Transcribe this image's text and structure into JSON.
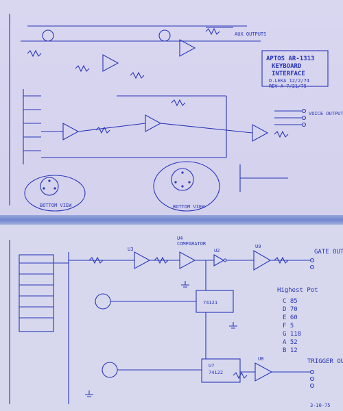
{
  "title_block": {
    "line1": "APTOS AR-1313",
    "line2": "KEYBOARD",
    "line3": "INTERFACE",
    "line4": "D.LEKA 12/2/74",
    "line5": "REV A 7/21/75"
  },
  "labels": {
    "aux_outputs": "AUX OUTPUTS",
    "voice_outputs": "VOICE OUTPUTS",
    "bottom_view_left": "BOTTOM VIEW",
    "bottom_view_right": "BOTTOM VIEW",
    "gate_outputs": "GATE OUTPUTS",
    "trigger_outputs": "TRIGGER OUTPUTS",
    "comparator": "COMPARATOR",
    "u4": "U4",
    "u6_part": "74121",
    "u7_part": "74122",
    "u7": "U7",
    "u8": "U8",
    "u3": "U3",
    "u2": "U2",
    "u9": "U9",
    "highest_pot": "Highest Pot",
    "date_stamp": "3-10-75"
  },
  "cap_list": [
    "C 85",
    "D 70",
    "E 60",
    "F 5",
    "G 118",
    "A 52",
    "B 12"
  ],
  "colors": {
    "ink": "#2734b8",
    "paper_upper": "#d9d6f0",
    "paper_lower": "#d7d8ee",
    "band": "#5f77c8",
    "edge": "#e9c9b4"
  }
}
